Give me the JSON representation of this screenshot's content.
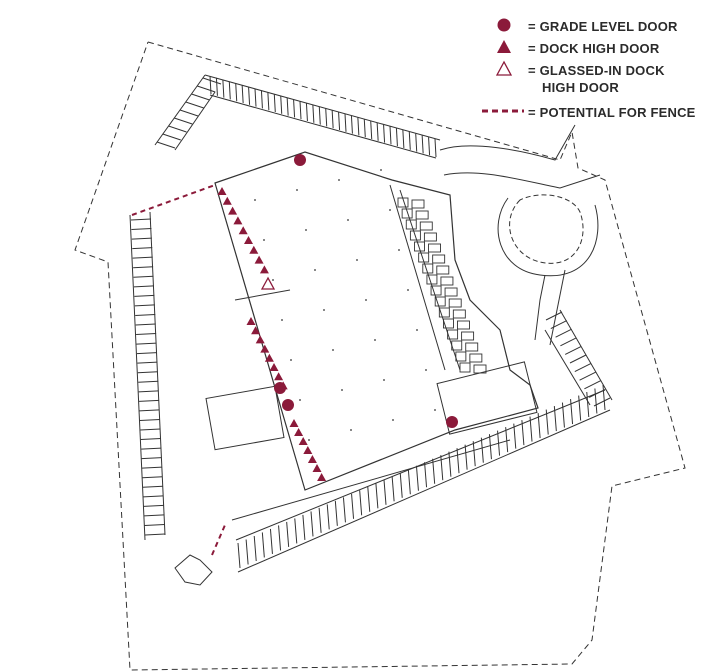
{
  "legend": {
    "grade_level_door": "= GRADE LEVEL DOOR",
    "dock_high_door": "= DOCK HIGH DOOR",
    "glassed_in_dock_line1": "= GLASSED-IN DOCK",
    "glassed_in_dock_line2": "HIGH DOOR",
    "potential_fence": "= POTENTIAL FOR FENCE"
  },
  "colors": {
    "accent": "#8b1a3a",
    "linework": "#333333",
    "background": "#ffffff"
  },
  "counts": {
    "grade_level_doors": 4,
    "dock_high_doors": 24,
    "glassed_in_dock_high_doors": 1
  },
  "icons": {
    "grade_level_door": "filled-circle-icon",
    "dock_high_door": "filled-triangle-icon",
    "glassed_in_dock": "outline-triangle-icon",
    "fence": "dashed-line-icon"
  }
}
